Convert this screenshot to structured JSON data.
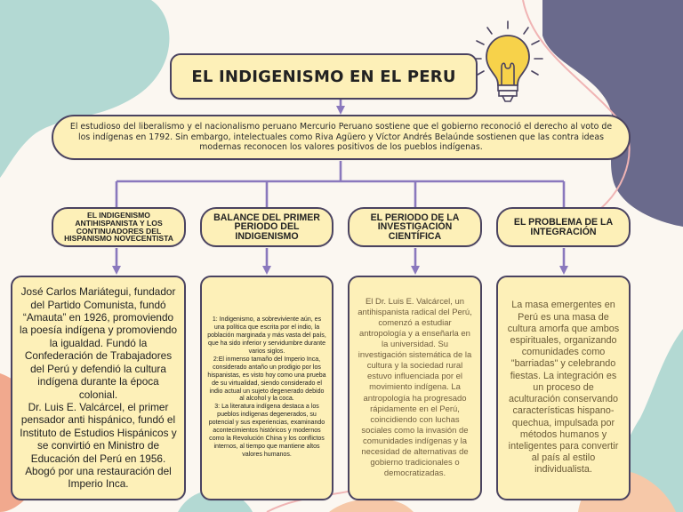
{
  "title": "EL INDIGENISMO EN EL PERU",
  "intro": "El estudioso del liberalismo y el nacionalismo peruano Mercurio Peruano sostiene que el gobierno reconoció el derecho al voto de los indígenas en 1792. Sin embargo, intelectuales como Riva Agüero y Víctor Andrés Belaúnde sostienen que las contra ideas modernas reconocen los valores positivos de los pueblos indígenas.",
  "branches": [
    {
      "heading": "EL INDIGENISMO ANTIHISPANISTA Y LOS CONTINUADORES DEL HISPANISMO NOVECENTISTA",
      "body": "José Carlos Mariátegui, fundador del Partido Comunista, fundó “Amauta” en 1926, promoviendo la poesía indígena y promoviendo la igualdad. Fundó la Confederación de Trabajadores del Perú y defendió la cultura indígena durante la época colonial.\nDr. Luis E. Valcárcel, el primer pensador anti hispánico, fundó el Instituto de Estudios Hispánicos y se convirtió en Ministro de Educación del Perú en 1956. Abogó por una restauración del Imperio Inca."
    },
    {
      "heading": "BALANCE DEL PRIMER PERIODO DEL INDIGENISMO",
      "body": "1: Indigenismo, a sobreviviente aún, es una política que escrita por el indio, la población marginada y más vasta del país, que ha sido inferior y servidumbre durante varios siglos.\n2:El inmenso tamaño del Imperio Inca, considerado antaño un prodigio por los hispanistas, es visto hoy como una prueba de su virtualidad, siendo considerado el indio actual un sujeto degenerado debido al alcohol y la coca.\n3: La literatura indígena destaca a los pueblos indígenas degenerados, su potencial y sus experiencias, examinando acontecimientos históricos y modernos como la Revolución China y los conflictos internos, al tiempo que mantiene altos valores humanos."
    },
    {
      "heading": "EL PERIODO DE LA INVESTIGACIÓN CIENTÍFICA",
      "body": "El Dr. Luis E. Valcárcel, un antihispanista radical del Perú, comenzó a estudiar antropología y a enseñarla en la universidad. Su investigación sistemática de la cultura y la sociedad rural estuvo influenciada por el movimiento indígena. La antropología ha progresado rápidamente en el Perú, coincidiendo con luchas sociales como la invasión de comunidades indígenas y la necesidad de alternativas de gobierno tradicionales o democratizadas."
    },
    {
      "heading": "EL PROBLEMA DE LA INTEGRACIÓN",
      "body": "La masa emergentes en Perú es una masa de cultura amorfa que ambos espirituales, organizando comunidades como \"barriadas\" y celebrando fiestas. La integración es un proceso de aculturación conservando características hispano-quechua, impulsada por métodos humanos y inteligentes para convertir al país al estilo individualista."
    }
  ],
  "colors": {
    "box_fill": "#fdf0b8",
    "box_border": "#4a4360",
    "connector": "#8a78bd",
    "blob_teal": "#b3d9d3",
    "blob_navy": "#6a6a8c",
    "blob_salmon": "#f1a98e",
    "blob_peach": "#f6c8a8",
    "bulb_yellow": "#f7d24a"
  },
  "icons": [
    "lightbulb-icon"
  ]
}
